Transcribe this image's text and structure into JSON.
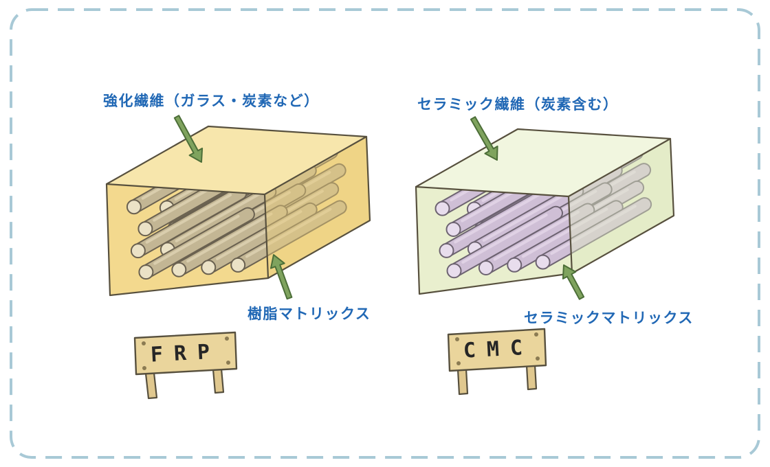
{
  "panels": [
    {
      "id": "frp",
      "fiber_label": "強化繊維（ガラス・炭素など）",
      "matrix_label": "樹脂マトリックス",
      "sign_label": "FRP",
      "colors": {
        "matrix": "#f3d98e",
        "matrix_top": "#f7e6ac",
        "matrix_side": "#eccf7d",
        "fiber": "#c3b694",
        "fiber_end": "#ebe2c6",
        "outline": "#6a6150"
      }
    },
    {
      "id": "cmc",
      "fiber_label": "セラミック繊維（炭素含む）",
      "matrix_label": "セラミックマトリックス",
      "sign_label": "CMC",
      "colors": {
        "matrix": "#e9efce",
        "matrix_top": "#f1f6df",
        "matrix_side": "#dde8c0",
        "fiber": "#cfbfd6",
        "fiber_end": "#e8dded",
        "outline": "#6d6371"
      }
    }
  ],
  "style": {
    "label_color": "#2168b5",
    "border_color": "#a8c9d6",
    "arrow_fill": "#7fa35e",
    "arrow_stroke": "#4c6e38",
    "outline": "#57503e",
    "sign_board": "#ead59c",
    "sign_leg": "#e0c88f",
    "sign_nail": "#8b7b52",
    "sign_text": "#262626",
    "background": "#ffffff"
  }
}
